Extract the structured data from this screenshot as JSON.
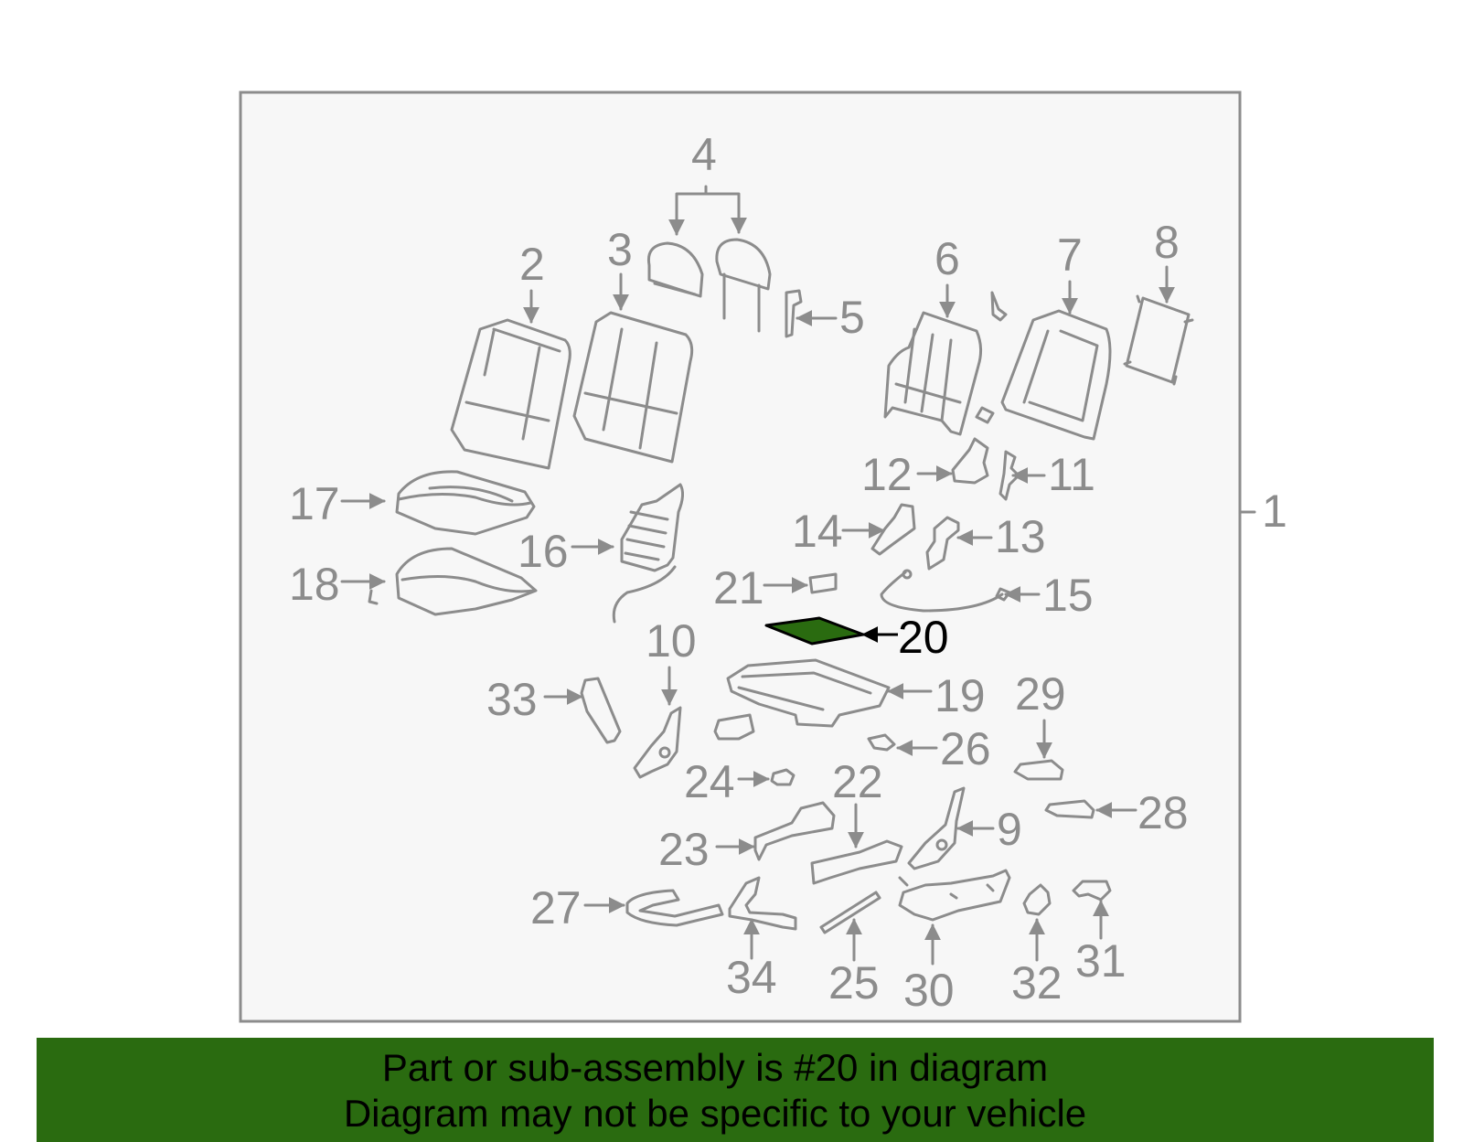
{
  "diagram": {
    "highlight_color": "#2a6b10",
    "line_color": "#8c8c8c",
    "callouts": {
      "c1": "1",
      "c2": "2",
      "c3": "3",
      "c4": "4",
      "c5": "5",
      "c6": "6",
      "c7": "7",
      "c8": "8",
      "c9": "9",
      "c10": "10",
      "c11": "11",
      "c12": "12",
      "c13": "13",
      "c14": "14",
      "c15": "15",
      "c16": "16",
      "c17": "17",
      "c18": "18",
      "c19": "19",
      "c20": "20",
      "c21": "21",
      "c22": "22",
      "c23": "23",
      "c24": "24",
      "c25": "25",
      "c26": "26",
      "c27": "27",
      "c28": "28",
      "c29": "29",
      "c30": "30",
      "c31": "31",
      "c32": "32",
      "c33": "33",
      "c34": "34"
    }
  },
  "caption": {
    "line1": "Part or sub-assembly is #20 in diagram",
    "line2": "Diagram may not be specific to your vehicle",
    "background": "#2a6b10"
  }
}
